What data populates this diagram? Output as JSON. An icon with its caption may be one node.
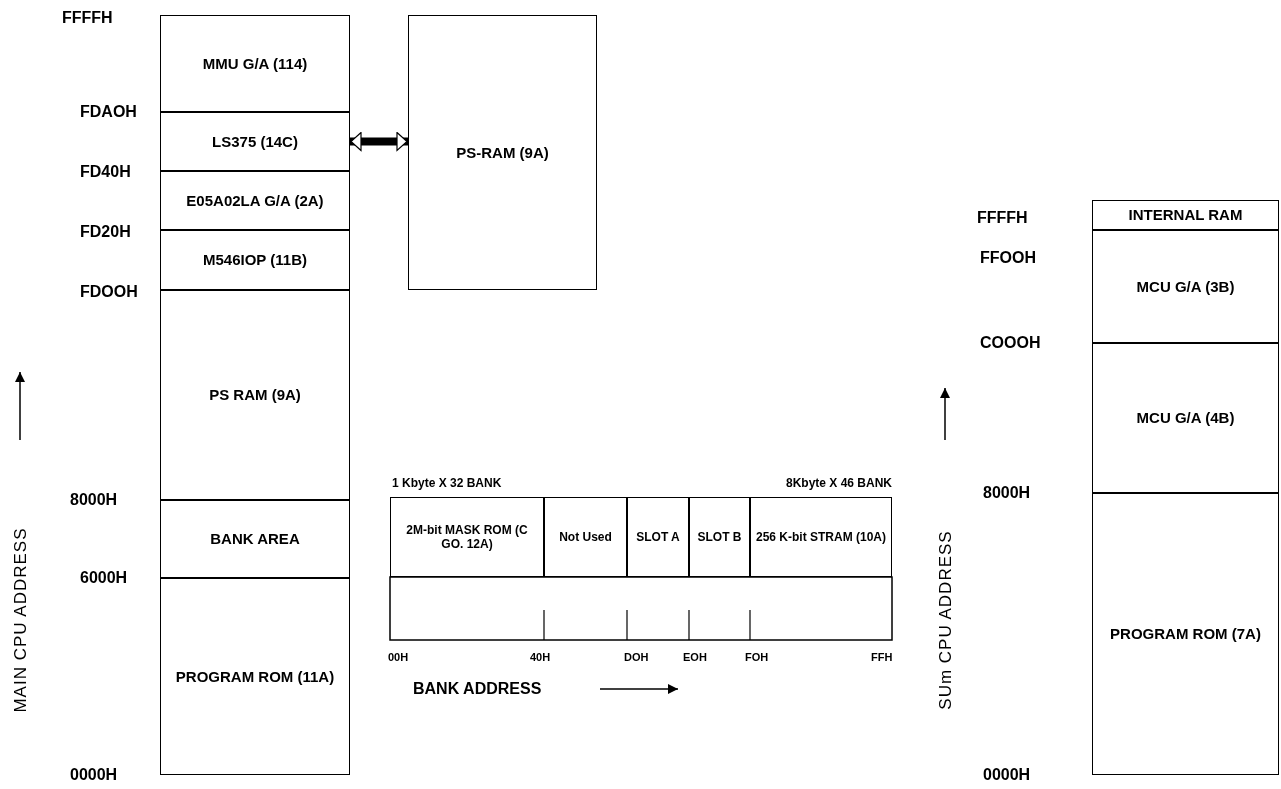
{
  "diagram": {
    "nodes": [
      {
        "text": [
          "MMU G/A (114)"
        ]
      },
      {
        "text": [
          "LS375 (14C)"
        ]
      },
      {
        "text": [
          "E05A02LA G/A (2A)"
        ]
      },
      {
        "text": [
          "M546IOP (11B)"
        ]
      },
      {
        "text": [
          "PS RAM (9A)"
        ]
      },
      {
        "text": [
          "BANK AREA"
        ]
      },
      {
        "text": [
          "PROGRAM ROM (11A)"
        ]
      },
      {
        "text": [
          "PS-RAM (9A)"
        ]
      },
      {
        "text": [
          "2M-bit MASK ROM (C GO. 12A)"
        ]
      },
      {
        "text": [
          "Not Used"
        ]
      },
      {
        "text": [
          "SLOT A"
        ]
      },
      {
        "text": [
          "SLOT B"
        ]
      },
      {
        "text": [
          "256 K-bit STRAM (10A)"
        ]
      },
      {
        "text": [
          "INTERNAL RAM"
        ]
      },
      {
        "text": [
          "MCU G/A (3B)"
        ]
      },
      {
        "text": [
          "MCU G/A (4B)"
        ]
      },
      {
        "text": [
          "PROGRAM ROM (7A)"
        ]
      }
    ],
    "edges": [
      {
        "from": 1,
        "to": 7,
        "arrow": "both"
      }
    ],
    "labels": [
      "FFFFH",
      "FDAOH",
      "FD40H",
      "FD20H",
      "FDOOH",
      "8000H",
      "6000H",
      "0000H",
      "MAIN CPU ADDRESS",
      "1 Kbyte X 32 BANK",
      "8Kbyte X 46 BANK",
      "00H",
      "40H",
      "DOH",
      "EOH",
      "FOH",
      "FFH",
      "BANK ADDRESS",
      "SUm CPU ADDRESS",
      "FFFFH",
      "FFOOH",
      "COOOH",
      "8000H",
      "0000H"
    ]
  }
}
